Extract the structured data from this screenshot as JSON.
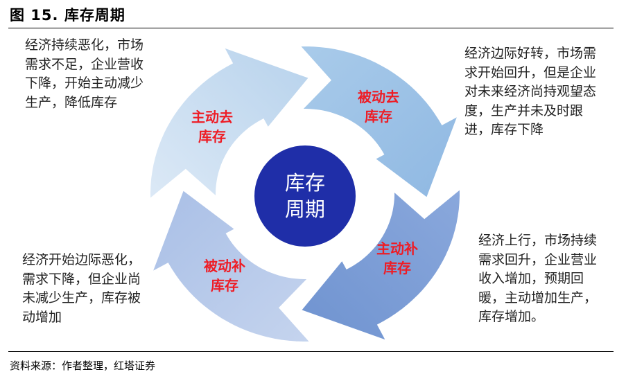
{
  "figure_title": "图 15. 库存周期",
  "center_label": [
    "库存",
    "周期"
  ],
  "stages": {
    "top_left": [
      "主动去",
      "库存"
    ],
    "top_right": [
      "被动去",
      "库存"
    ],
    "bottom_right": [
      "主动补",
      "库存"
    ],
    "bottom_left": [
      "被动补",
      "库存"
    ]
  },
  "descriptions": {
    "top_left": "经济持续恶化，市场需求不足，企业营收下降，开始主动减少生产，降低库存",
    "top_right": "经济边际好转，市场需求开始回升，但是企业对未来经济尚持观望态度，生产并未及时跟进，库存下降",
    "bottom_right": "经济上行，市场持续需求回升，企业营业收入增加，预期回暖，主动增加生产，库存增加。",
    "bottom_left": "经济开始边际恶化，需求下降，但企业尚未减少生产，库存被动增加"
  },
  "source": "资料来源：作者整理，红塔证券",
  "colors": {
    "arrow_top_left": "#bdd7ee",
    "arrow_top_right": "#9dc3e6",
    "arrow_bottom_right": "#7c9fd6",
    "arrow_bottom_left": "#b4c7e7",
    "center_circle": "#1f2ea8",
    "stage_label": "#ee1c25"
  }
}
